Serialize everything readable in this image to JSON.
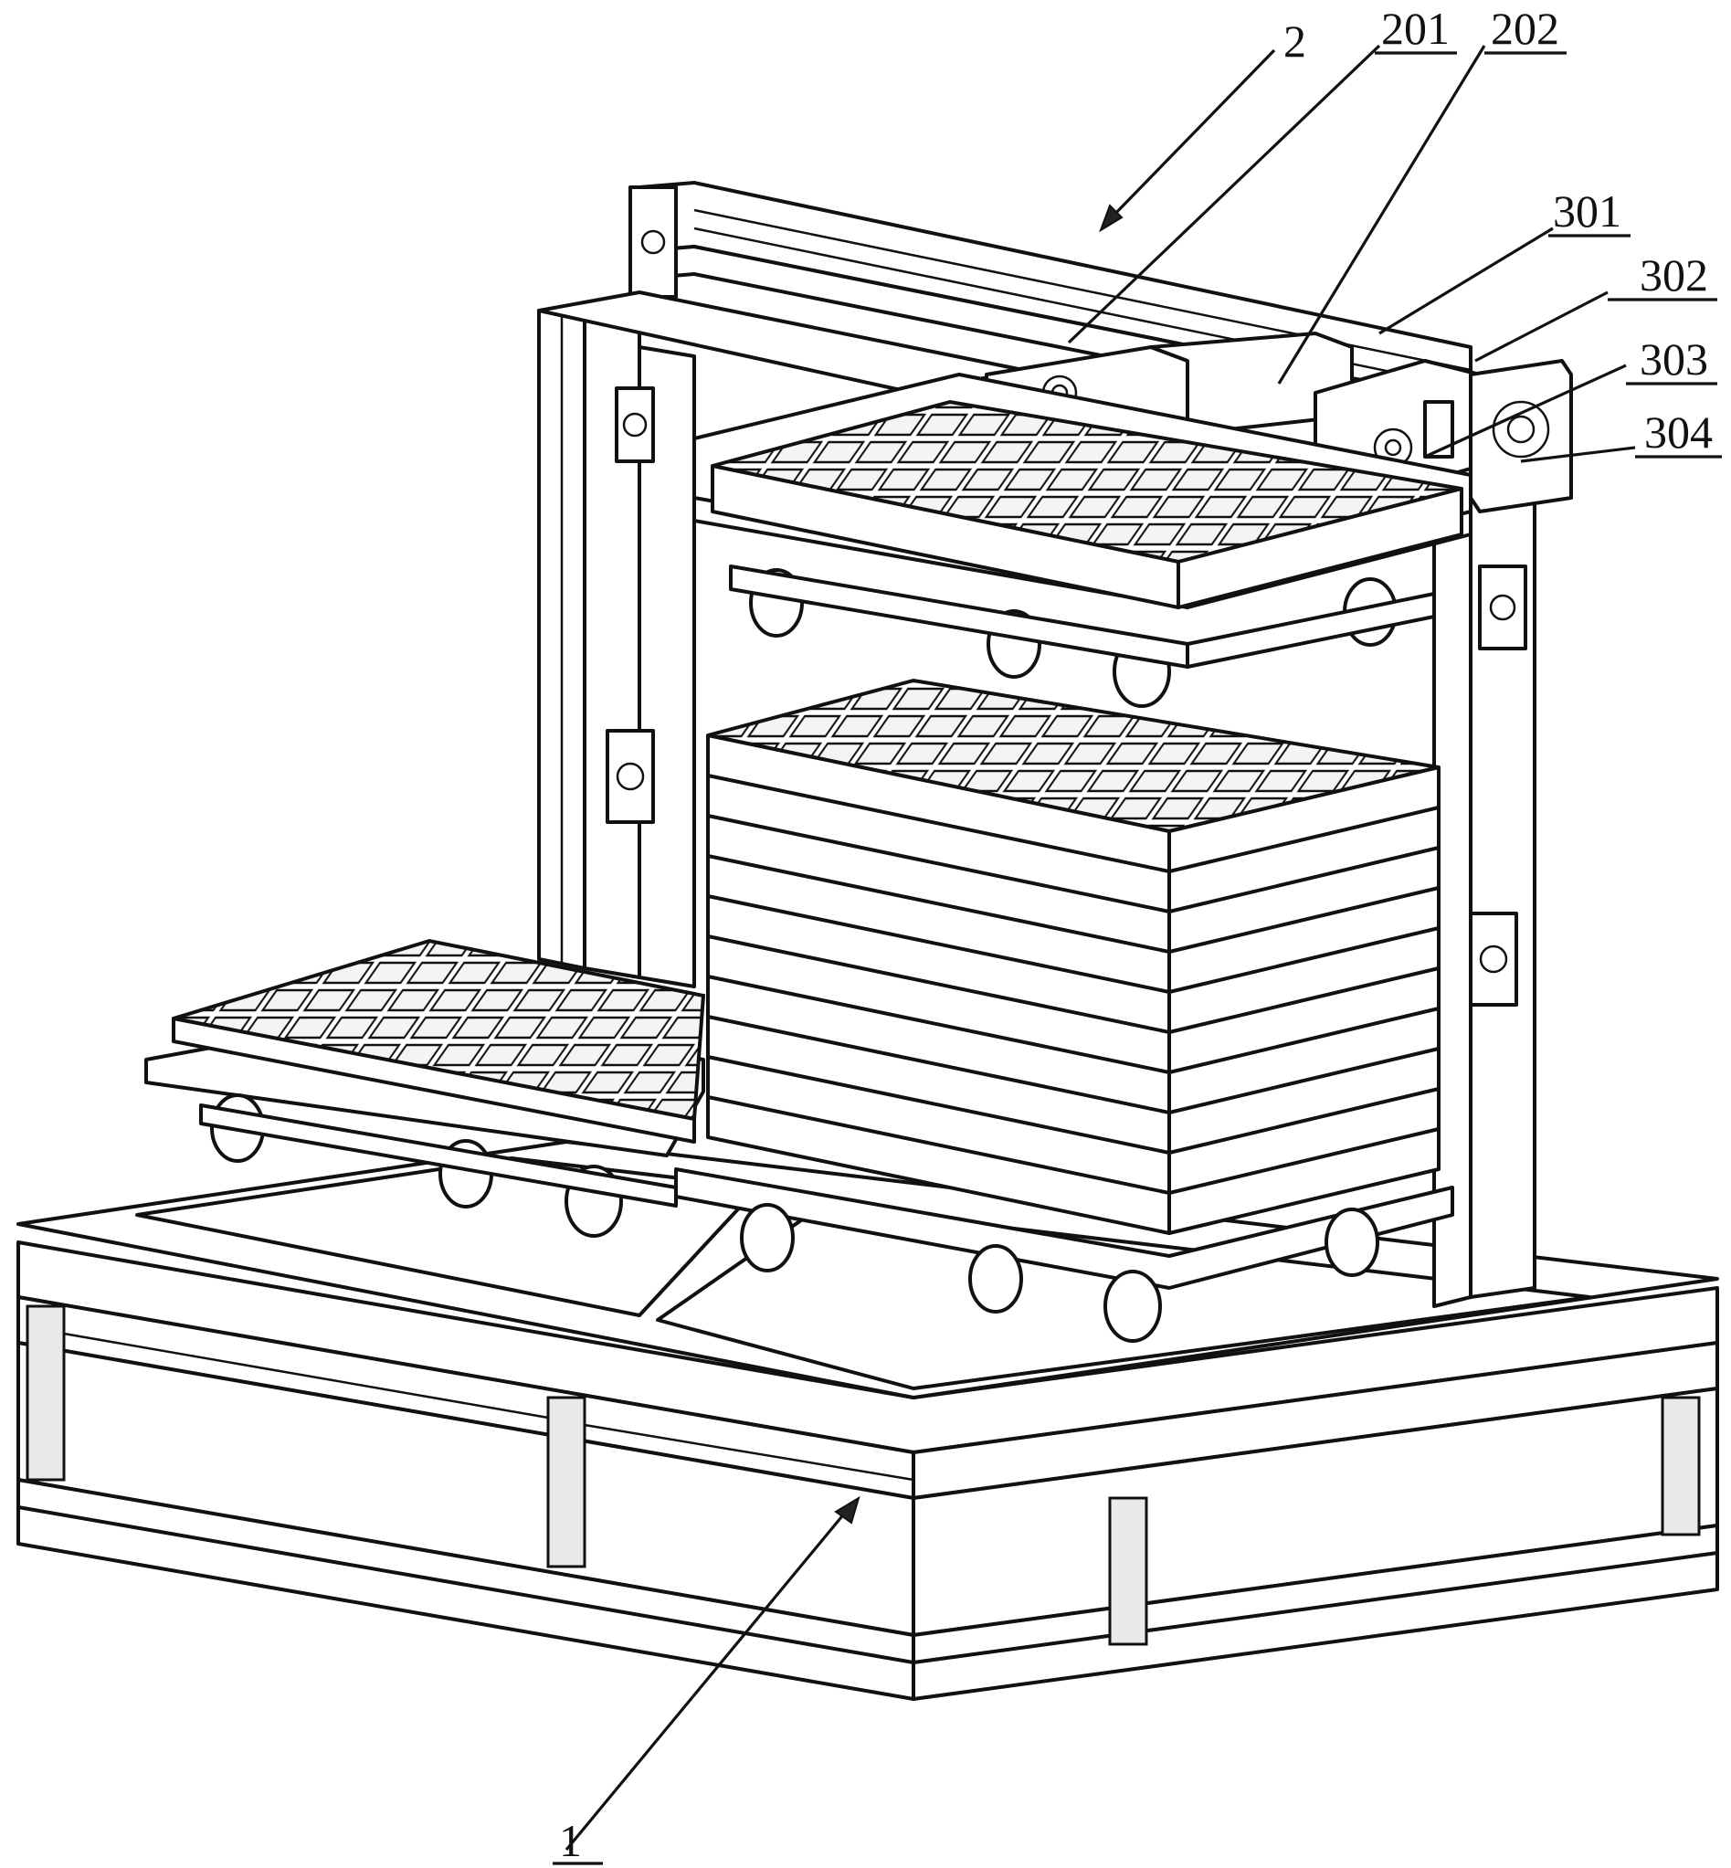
{
  "figure": {
    "labels": [
      {
        "id": "frame",
        "text": "1",
        "underline": true
      },
      {
        "id": "gantry",
        "text": "2",
        "underline": false
      },
      {
        "id": "part-201",
        "text": "201",
        "underline": true
      },
      {
        "id": "part-202",
        "text": "202",
        "underline": true
      },
      {
        "id": "part-301",
        "text": "301",
        "underline": true
      },
      {
        "id": "part-302",
        "text": "302",
        "underline": true
      },
      {
        "id": "part-303",
        "text": "303",
        "underline": true
      },
      {
        "id": "part-304",
        "text": "304",
        "underline": true
      }
    ]
  }
}
